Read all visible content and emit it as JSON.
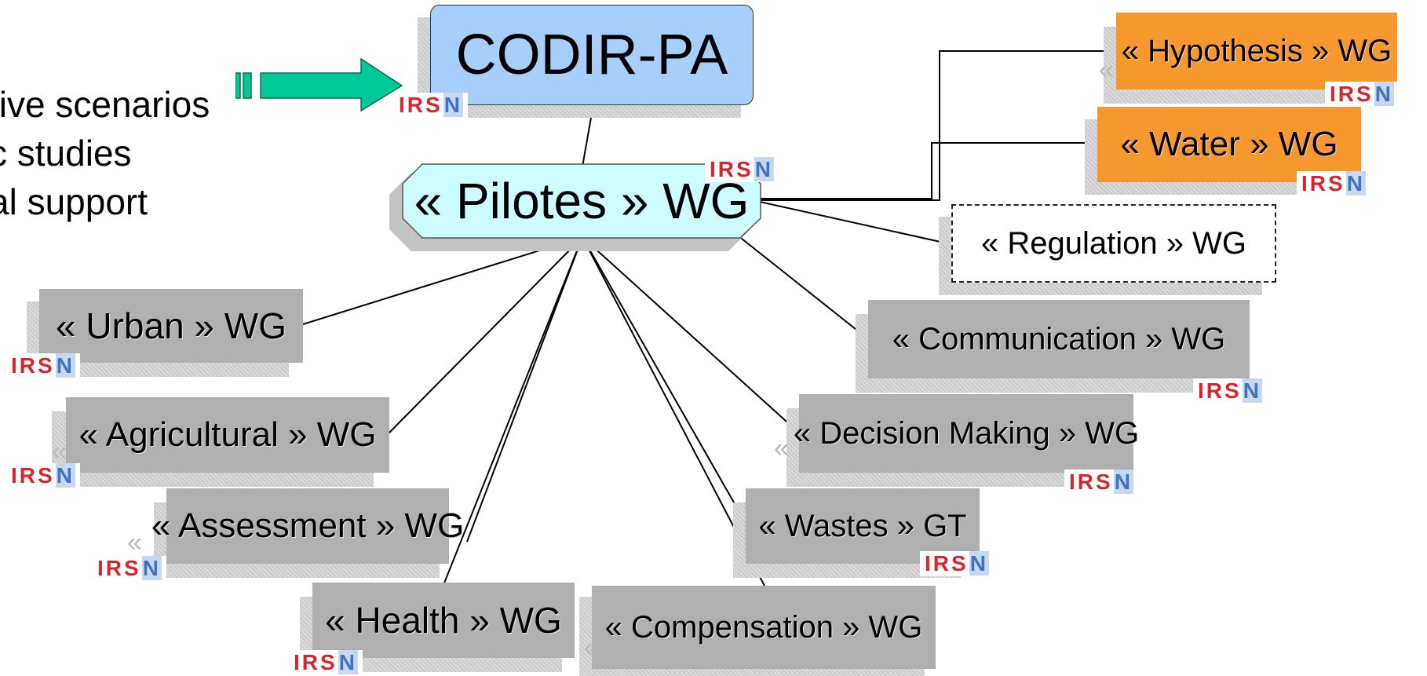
{
  "side_text": [
    "tive scenarios",
    "c studies",
    "al support"
  ],
  "logo_text": {
    "irs": "IRS",
    "n": "N"
  },
  "codir": {
    "label": "CODIR-PA"
  },
  "pilotes": {
    "label": "« Pilotes » WG"
  },
  "groups": {
    "hypothesis": "« Hypothesis » WG",
    "water": "« Water » WG",
    "regulation": "« Regulation » WG",
    "communication": "« Communication » WG",
    "decision": "« Decision Making » WG",
    "wastes": "« Wastes » GT",
    "compensation": "« Compensation » WG",
    "health": "« Health » WG",
    "assessment": "« Assessment » WG",
    "agricultural": "« Agricultural » WG",
    "urban": "« Urban » WG"
  },
  "colors": {
    "codir_fill": "#a6cffb",
    "pilotes_fill": "#ccfcfd",
    "group_fill": "#b0b0b0",
    "orange_fill": "#f7982f",
    "arrow_fill": "#00c896",
    "logo_red": "#d7262b",
    "logo_blue": "#3d74c4"
  }
}
